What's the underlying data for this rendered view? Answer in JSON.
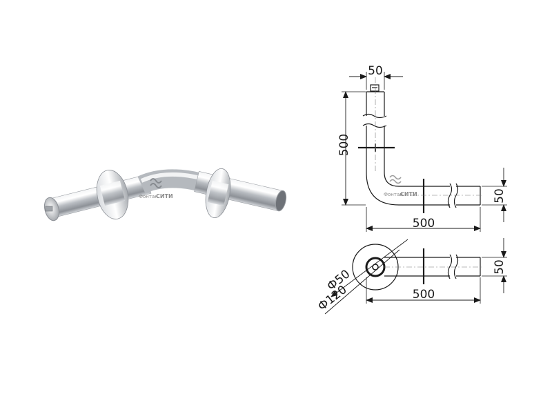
{
  "watermark": {
    "part1": "Фонтан",
    "part2": "СИТИ"
  },
  "drawing": {
    "side_view": {
      "top_width": "50",
      "vertical_length": "500",
      "horizontal_length": "500",
      "pipe_diameter": "50"
    },
    "top_view": {
      "inner_diameter": "Ф50",
      "flange_diameter": "Ф120",
      "length": "500",
      "pipe_diameter": "50"
    }
  },
  "colors": {
    "line": "#1a1a1a",
    "steel": "#c9cdd2",
    "dim": "#1a1a1a"
  }
}
